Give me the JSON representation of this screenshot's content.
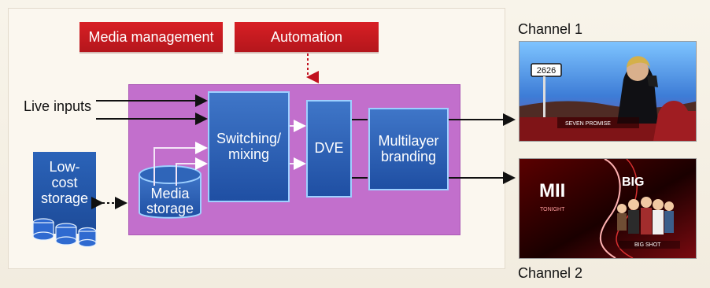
{
  "labels": {
    "media_management": "Media management",
    "automation": "Automation",
    "live_inputs": "Live inputs",
    "low_cost_storage": "Low-\ncost\nstorage",
    "media_storage": "Media\nstorage",
    "switching_mixing": "Switching/\nmixing",
    "dve": "DVE",
    "multilayer_branding": "Multilayer\nbranding",
    "channel_1": "Channel 1",
    "channel_2": "Channel 2"
  },
  "screens": {
    "channel_1_number": "2626",
    "channel_1_ticker": "SEVEN PROMISE",
    "channel_2_logo": "MII",
    "channel_2_show": "BIG",
    "channel_2_tonight": "TONIGHT",
    "channel_2_bottom": "BIG SHOT"
  },
  "colors": {
    "background": "#f6f1e6",
    "purple": "#c26fcc",
    "blue": "#1f4fa3",
    "blue_border": "#9ed0ff",
    "red": "#d81f24"
  }
}
